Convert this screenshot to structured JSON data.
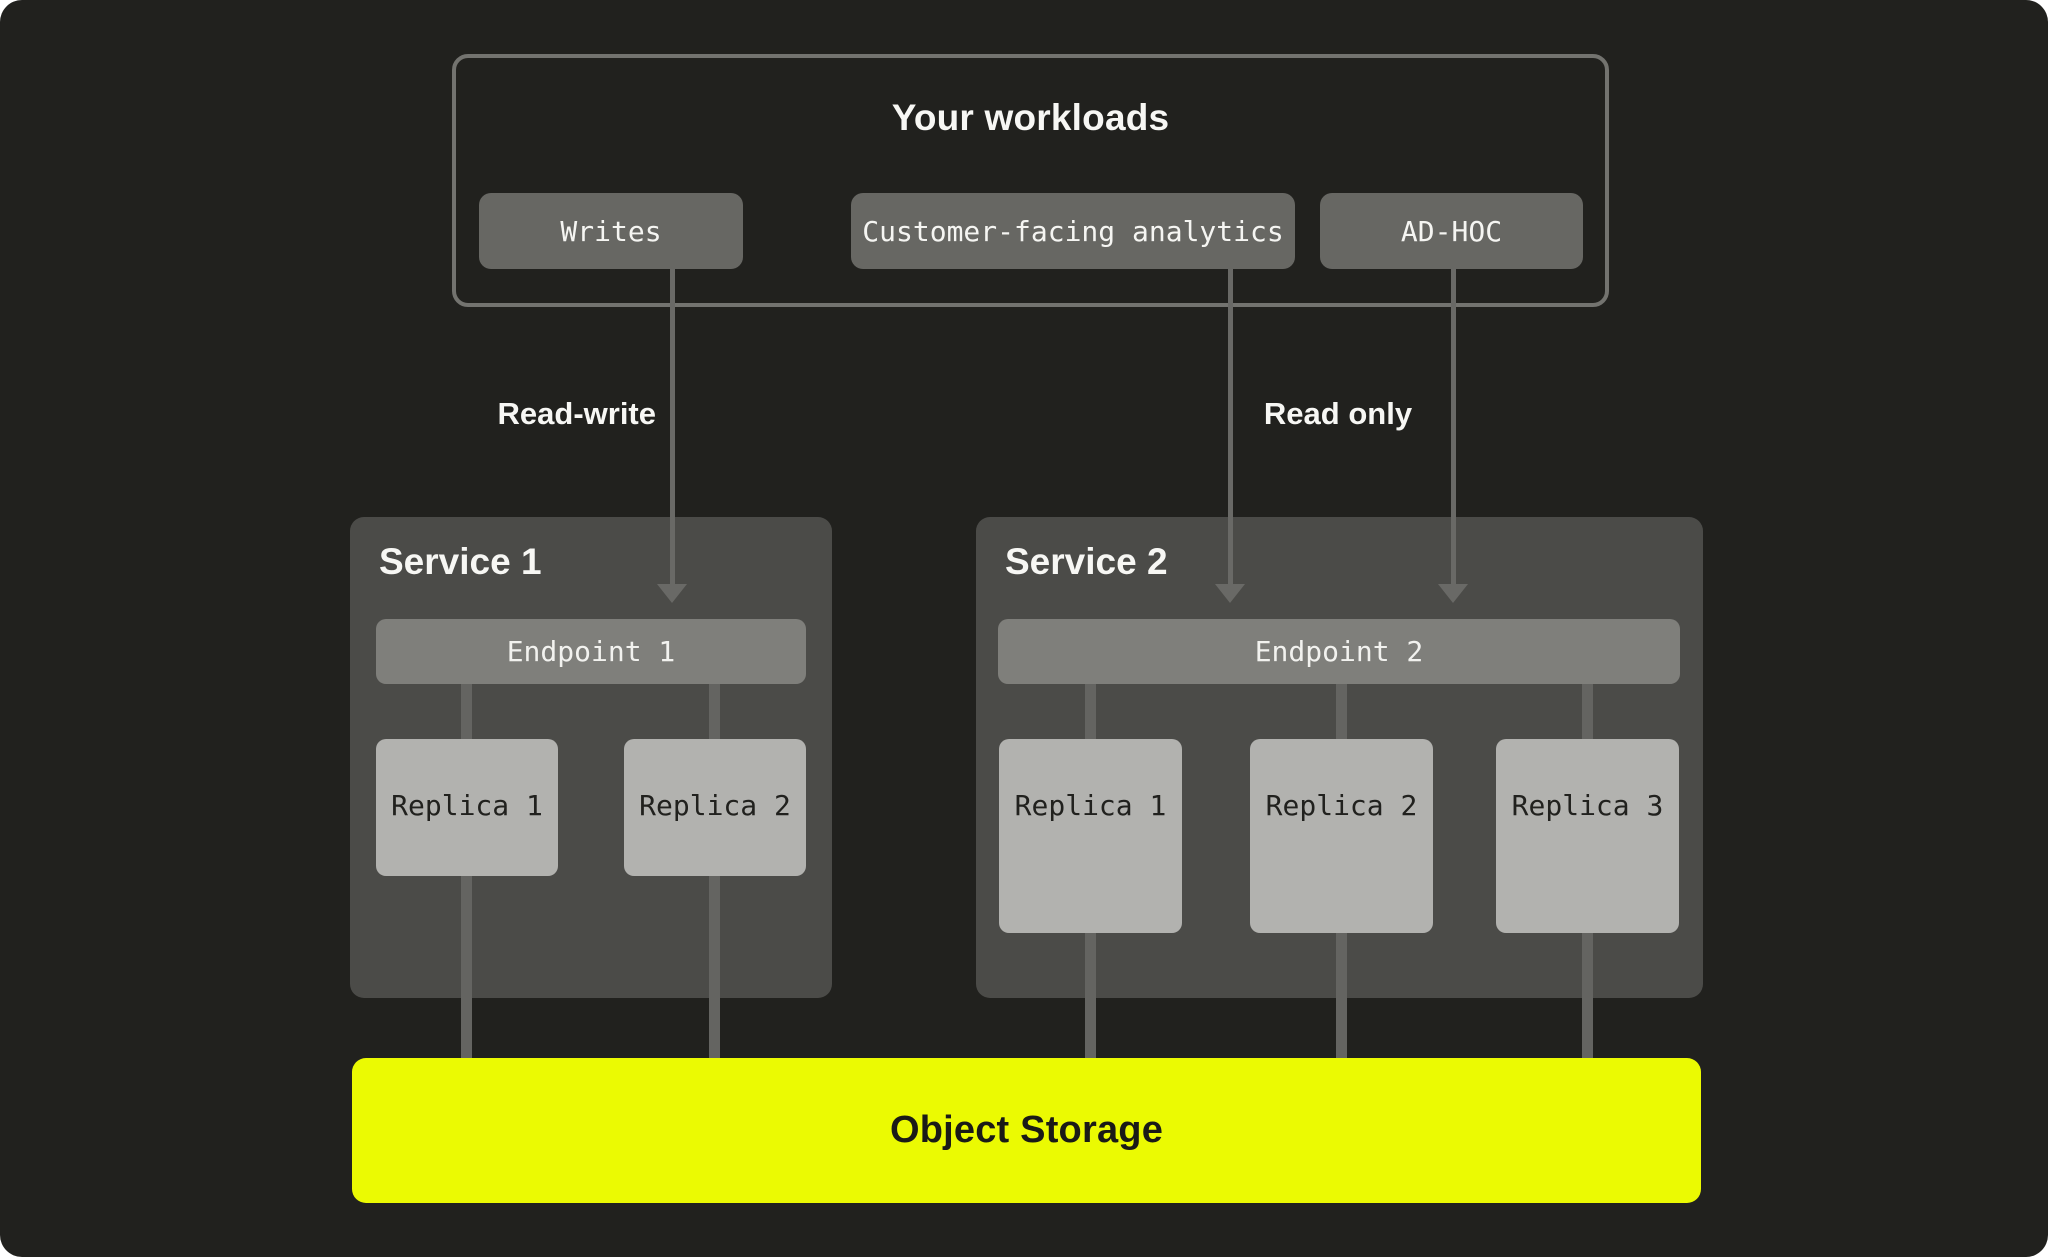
{
  "workloads": {
    "title": "Your workloads",
    "items": [
      {
        "label": "Writes"
      },
      {
        "label": "Customer-facing analytics"
      },
      {
        "label": "AD-HOC"
      }
    ]
  },
  "edges": {
    "read_write_label": "Read-write",
    "read_only_label": "Read only"
  },
  "services": [
    {
      "title": "Service 1",
      "endpoint": "Endpoint 1",
      "replicas": [
        "Replica 1",
        "Replica 2"
      ]
    },
    {
      "title": "Service 2",
      "endpoint": "Endpoint 2",
      "replicas": [
        "Replica 1",
        "Replica 2",
        "Replica 3"
      ]
    }
  ],
  "storage": {
    "label": "Object Storage"
  },
  "colors": {
    "canvas": "#21211E",
    "frame_border": "#73736F",
    "chip": "#676763",
    "service_box": "#4B4B48",
    "endpoint_bar": "#7F7F7B",
    "replica_card": "#B2B2AF",
    "connector": "#646461",
    "arrow": "#696966",
    "storage_accent": "#EBFA02"
  }
}
